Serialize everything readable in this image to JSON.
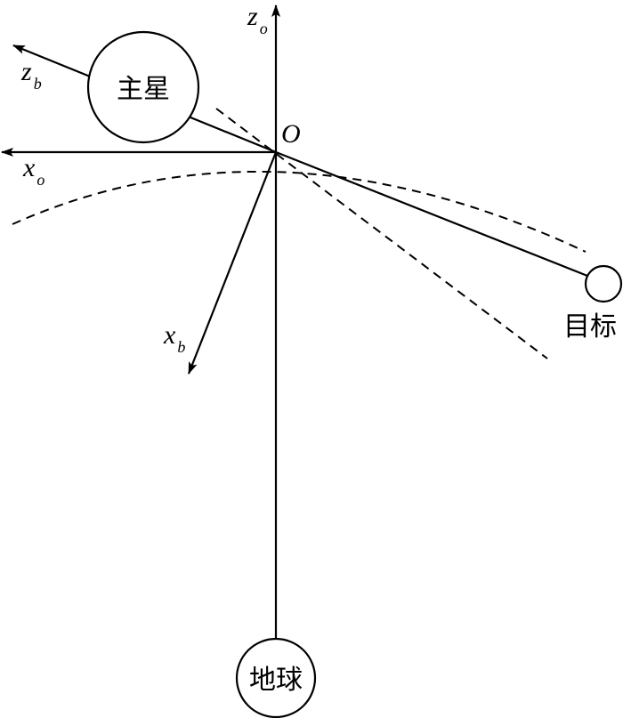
{
  "labels": {
    "origin": "O",
    "zo_main": "z",
    "zo_sub": "o",
    "xo_main": "x",
    "xo_sub": "o",
    "zb_main": "z",
    "zb_sub": "b",
    "xb_main": "x",
    "xb_sub": "b",
    "chief": "主星",
    "target": "目标",
    "earth": "地球"
  },
  "colors": {
    "ink": "#000000",
    "background": "#ffffff"
  }
}
